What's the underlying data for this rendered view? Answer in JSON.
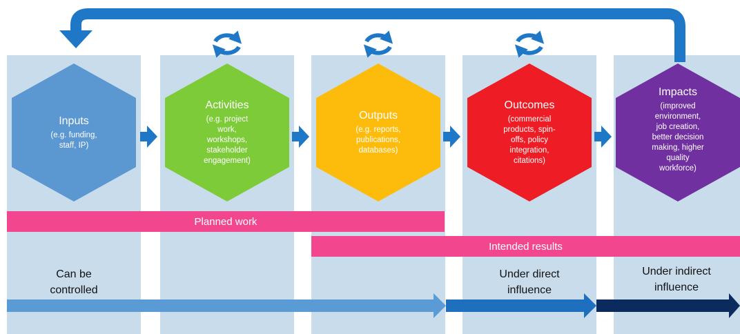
{
  "stages": [
    {
      "title": "Inputs",
      "desc": "(e.g. funding,\nstaff, IP)",
      "color": "#5b97d1"
    },
    {
      "title": "Activities",
      "desc": "(e.g. project\nwork,\nworkshops,\nstakeholder\nengagement)",
      "color": "#7ecb3a"
    },
    {
      "title": "Outputs",
      "desc": "(e.g. reports,\npublications,\ndatabases)",
      "color": "#fdbc0c"
    },
    {
      "title": "Outcomes",
      "desc": "(commercial\nproducts, spin-\noffs, policy\nintegration,\ncitations)",
      "color": "#ee1c25"
    },
    {
      "title": "Impacts",
      "desc": "(improved\nenvironment,\njob creation,\nbetter decision\nmaking, higher\nquality\nworkforce)",
      "color": "#7030a0"
    }
  ],
  "bars": {
    "planned_work": "Planned work",
    "intended_results": "Intended results"
  },
  "notes": {
    "controlled": "Can be\ncontrolled",
    "direct": "Under direct\ninfluence",
    "indirect": "Under indirect\ninfluence"
  },
  "colors": {
    "column_bg": "#c9dcec",
    "arrow_blue": "#1f77c7",
    "bar_pink": "#f2478f",
    "bottom_light": "#5b9bd5",
    "bottom_mid": "#1f6fbf",
    "bottom_dark": "#0b2a5e"
  }
}
